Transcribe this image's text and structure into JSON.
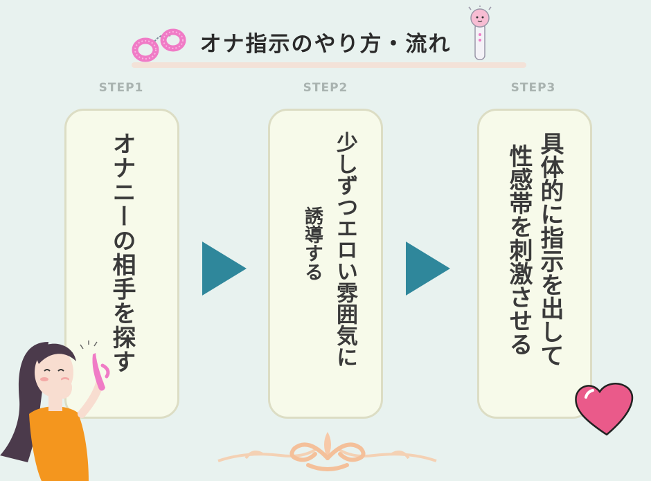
{
  "title": "オナ指示のやり方・流れ",
  "steps": [
    {
      "label": "STEP1",
      "lines": [
        "オナニーの相手を探す"
      ]
    },
    {
      "label": "STEP2",
      "lines": [
        "少しずつエロい雰囲気に",
        "誘導する"
      ]
    },
    {
      "label": "STEP3",
      "lines": [
        "具体的に指示を出して",
        "性感帯を刺激させる"
      ]
    }
  ],
  "colors": {
    "background": "#e8f2ef",
    "card": "#f7faea",
    "card_border": "#dcddc4",
    "arrow": "#2f879b",
    "heart": "#ea5a8a",
    "handcuff": "#f07bc6"
  },
  "icons": [
    "handcuffs-icon",
    "vibrator-wand-icon",
    "arrow-right-icon",
    "heart-icon",
    "ornament-icon",
    "woman-illustration"
  ]
}
